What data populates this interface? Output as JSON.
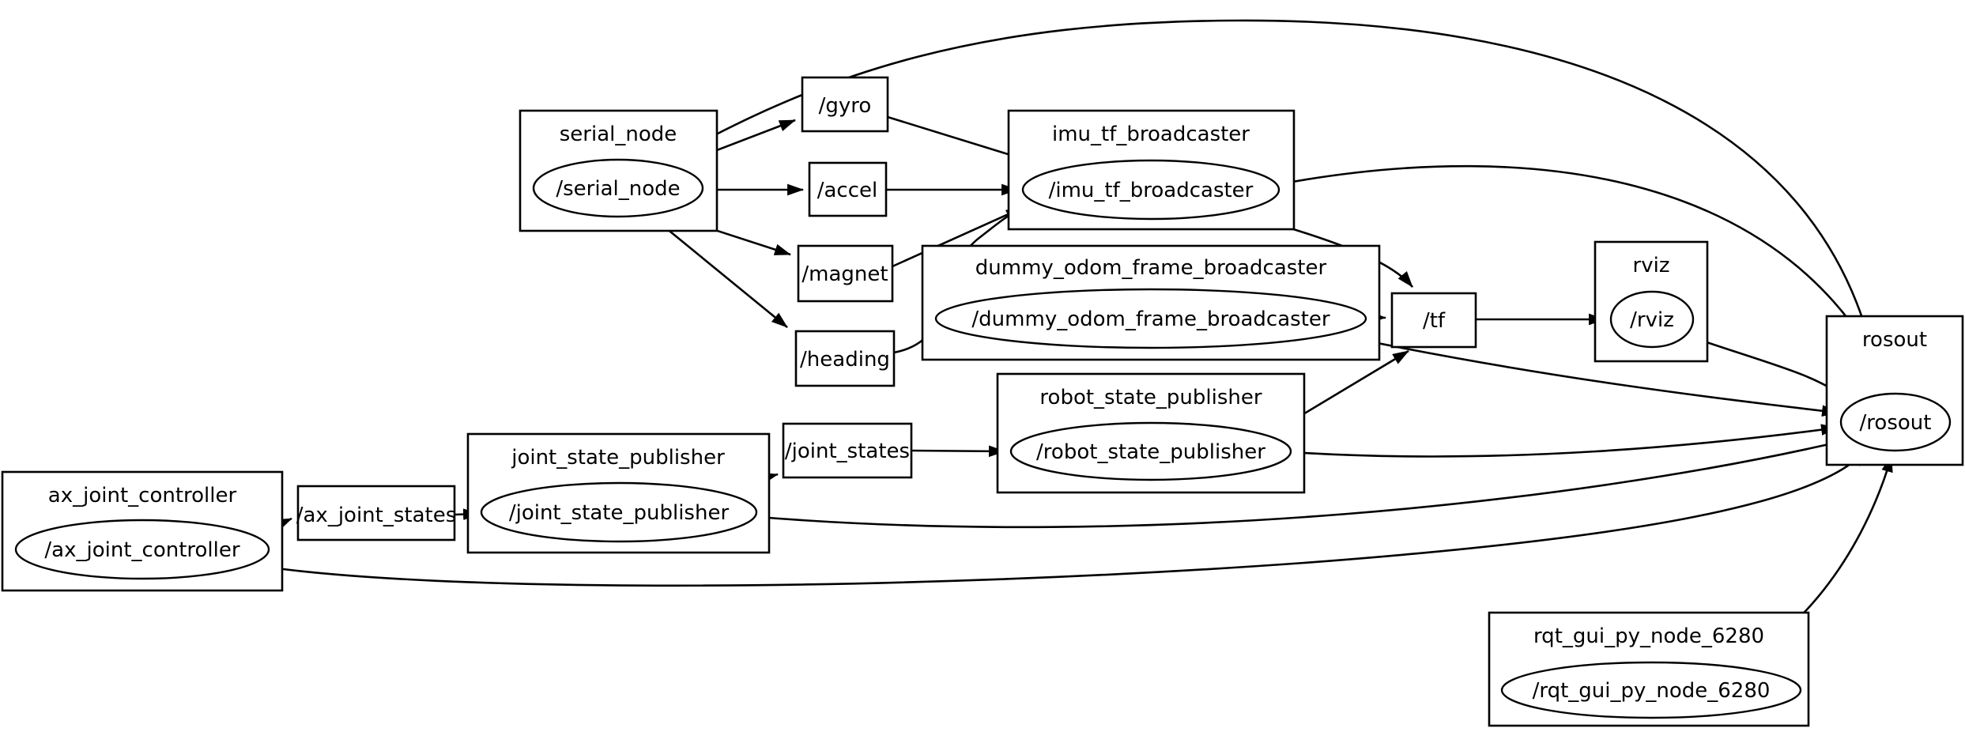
{
  "colors": {
    "background": "#ffffff",
    "line": "#000000",
    "text": "#000000"
  },
  "graph": {
    "nodes": {
      "serial_node": {
        "namespace": "serial_node",
        "name": "/serial_node"
      },
      "imu_tf_broadcaster": {
        "namespace": "imu_tf_broadcaster",
        "name": "/imu_tf_broadcaster"
      },
      "dummy_odom_frame_broadcaster": {
        "namespace": "dummy_odom_frame_broadcaster",
        "name": "/dummy_odom_frame_broadcaster"
      },
      "rviz": {
        "namespace": "rviz",
        "name": "/rviz"
      },
      "rosout": {
        "namespace": "rosout",
        "name": "/rosout"
      },
      "robot_state_publisher": {
        "namespace": "robot_state_publisher",
        "name": "/robot_state_publisher"
      },
      "joint_state_publisher": {
        "namespace": "joint_state_publisher",
        "name": "/joint_state_publisher"
      },
      "ax_joint_controller": {
        "namespace": "ax_joint_controller",
        "name": "/ax_joint_controller"
      },
      "rqt_gui_py_node_6280": {
        "namespace": "rqt_gui_py_node_6280",
        "name": "/rqt_gui_py_node_6280"
      }
    },
    "topics": {
      "gyro": "/gyro",
      "accel": "/accel",
      "magnet": "/magnet",
      "heading": "/heading",
      "tf": "/tf",
      "joint_states": "/joint_states",
      "ax_joint_states": "/ax_joint_states"
    },
    "edges": [
      {
        "from": "/serial_node",
        "to": "/gyro"
      },
      {
        "from": "/serial_node",
        "to": "/accel"
      },
      {
        "from": "/serial_node",
        "to": "/magnet"
      },
      {
        "from": "/serial_node",
        "to": "/heading"
      },
      {
        "from": "/serial_node",
        "to": "/rosout"
      },
      {
        "from": "/gyro",
        "to": "/imu_tf_broadcaster"
      },
      {
        "from": "/accel",
        "to": "/imu_tf_broadcaster"
      },
      {
        "from": "/magnet",
        "to": "/imu_tf_broadcaster"
      },
      {
        "from": "/heading",
        "to": "/imu_tf_broadcaster"
      },
      {
        "from": "/imu_tf_broadcaster",
        "to": "/tf"
      },
      {
        "from": "/imu_tf_broadcaster",
        "to": "/rosout"
      },
      {
        "from": "/dummy_odom_frame_broadcaster",
        "to": "/tf"
      },
      {
        "from": "/dummy_odom_frame_broadcaster",
        "to": "/rosout"
      },
      {
        "from": "/robot_state_publisher",
        "to": "/tf"
      },
      {
        "from": "/robot_state_publisher",
        "to": "/rosout"
      },
      {
        "from": "/tf",
        "to": "/rviz"
      },
      {
        "from": "/rviz",
        "to": "/rosout"
      },
      {
        "from": "/joint_state_publisher",
        "to": "/joint_states"
      },
      {
        "from": "/joint_states",
        "to": "/robot_state_publisher"
      },
      {
        "from": "/joint_state_publisher",
        "to": "/rosout"
      },
      {
        "from": "/ax_joint_controller",
        "to": "/ax_joint_states"
      },
      {
        "from": "/ax_joint_states",
        "to": "/joint_state_publisher"
      },
      {
        "from": "/ax_joint_controller",
        "to": "/rosout"
      },
      {
        "from": "/rqt_gui_py_node_6280",
        "to": "/rosout"
      },
      {
        "from": "/rosout",
        "to": "/rosout"
      }
    ]
  }
}
